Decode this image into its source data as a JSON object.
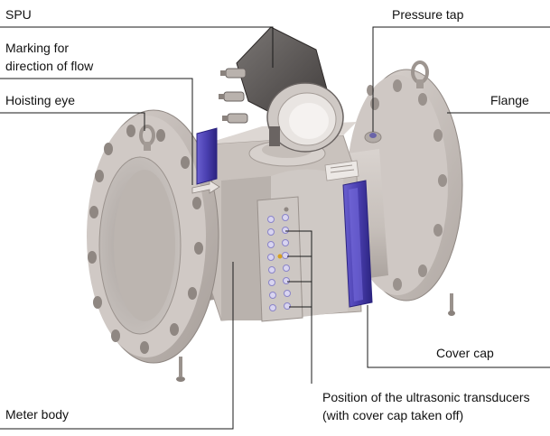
{
  "labels": {
    "spu": "SPU",
    "pressure_tap": "Pressure tap",
    "marking_line1": "Marking for",
    "marking_line2": "direction of flow",
    "hoisting_eye": "Hoisting eye",
    "flange": "Flange",
    "cover_cap": "Cover cap",
    "meter_body": "Meter body",
    "transducers_line1": "Position of the ultrasonic transducers",
    "transducers_line2": "(with cover cap taken off)"
  },
  "colors": {
    "body_light": "#d2ccc8",
    "body_mid": "#bdb6b1",
    "body_dark": "#8f8782",
    "flange_bore": "#b5aeaa",
    "spu_housing": "#5e5a58",
    "cover_cap": "#4a3fb0",
    "cover_cap_dark": "#2c2480",
    "transducer_ring": "#8a84c8",
    "leader_line": "#1a1a1a"
  }
}
